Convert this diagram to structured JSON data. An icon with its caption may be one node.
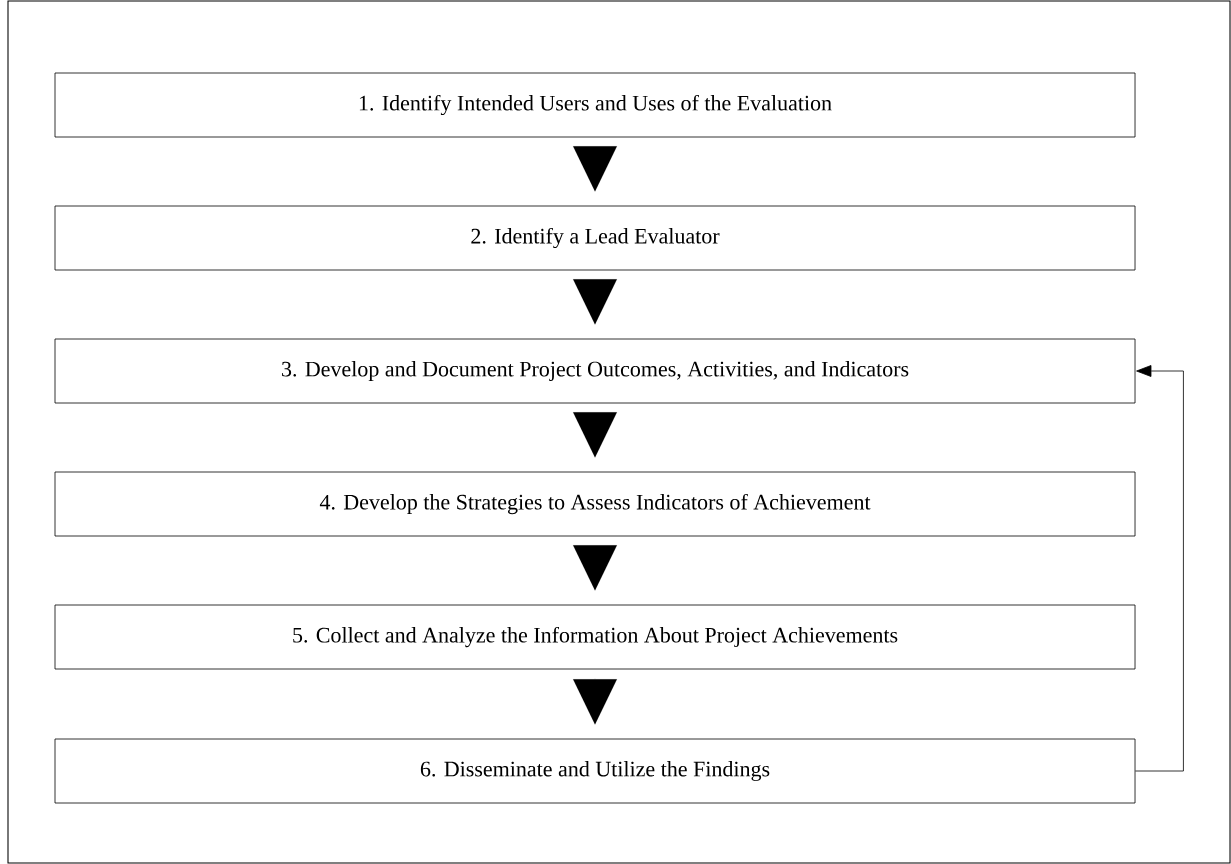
{
  "diagram": {
    "nodes": [
      {
        "text": [
          "1. Identify Intended Users and Uses of the Evaluation"
        ]
      },
      {
        "text": [
          "2. Identify a Lead Evaluator"
        ]
      },
      {
        "text": [
          "3. Develop and Document Project Outcomes, Activities, and Indicators"
        ]
      },
      {
        "text": [
          "4. Develop the Strategies to Assess Indicators of Achievement"
        ]
      },
      {
        "text": [
          "5. Collect and Analyze the Information About Project Achievements"
        ]
      },
      {
        "text": [
          "6. Disseminate and Utilize the Findings"
        ]
      }
    ],
    "edges": [
      {
        "from": 0,
        "to": 1,
        "arrow": "to"
      },
      {
        "from": 1,
        "to": 2,
        "arrow": "to"
      },
      {
        "from": 2,
        "to": 3,
        "arrow": "to"
      },
      {
        "from": 3,
        "to": 4,
        "arrow": "to"
      },
      {
        "from": 4,
        "to": 5,
        "arrow": "to"
      },
      {
        "from": 5,
        "to": 2,
        "arrow": "to"
      }
    ]
  }
}
